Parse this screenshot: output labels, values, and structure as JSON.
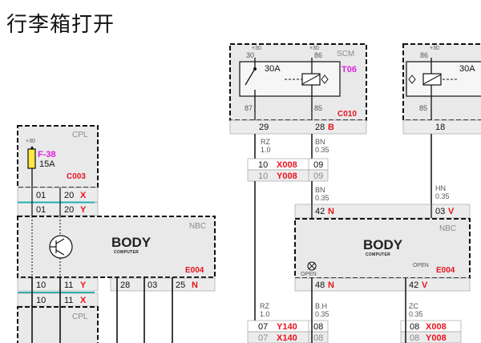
{
  "title": "行李箱打开",
  "scm": {
    "name": "SCM",
    "plus30a": "+30",
    "pin30": "30",
    "fuse": "30A",
    "plus30b": "+30",
    "pin86": "86",
    "relay_code": "T06",
    "pin87": "87",
    "pin85": "85",
    "connector": "C010",
    "pins": [
      {
        "n": "29",
        "c": ""
      },
      {
        "n": "28",
        "c": "B"
      }
    ]
  },
  "relay2": {
    "plus30": "+30",
    "pin86": "86",
    "fuse": "30A",
    "pin85": "85",
    "pin_out": "18"
  },
  "wires": {
    "rz1": "RZ",
    "rz1_size": "1.0",
    "bn1": "BN",
    "bn1_size": "0.35",
    "bn2": "BN",
    "bn2_size": "0.35",
    "hn": "HN",
    "hn_size": "0.35",
    "rz2": "RZ",
    "rz2_size": "1.0",
    "bh": "B.H",
    "bh_size": "0.35",
    "zc": "ZC",
    "zc_size": "0.35"
  },
  "x008": {
    "r1_left": "10",
    "r1_code": "X008",
    "r1_right": "09",
    "r2_left": "10",
    "r2_code": "Y008",
    "r2_right": "09"
  },
  "cpl_top": {
    "name": "CPL",
    "plus30": "+30",
    "fuse_code": "F-38",
    "fuse": "15A",
    "connector": "C003"
  },
  "cpl_pins": {
    "a_left": "01",
    "a_right": "20",
    "a_code": "X",
    "b_left": "01",
    "b_right": "20",
    "b_code": "Y"
  },
  "nbc_left": {
    "name": "NBC",
    "body": "BODY",
    "computer": "COMPUTER",
    "connector": "E004",
    "pins": [
      {
        "n": "10",
        "c": ""
      },
      {
        "n": "11",
        "c": "Y"
      },
      {
        "n": "28",
        "c": ""
      },
      {
        "n": "03",
        "c": ""
      },
      {
        "n": "25",
        "c": "N"
      }
    ],
    "sub_left": "10",
    "sub_right": "11",
    "sub_code": "X",
    "cpl_bottom": "CPL"
  },
  "nbc_right": {
    "name": "NBC",
    "body": "BODY",
    "computer": "COMPUTER",
    "connector": "E004",
    "open_left": "OPEN",
    "open_right": "OPEN",
    "pin42": "42",
    "pin42_code": "N",
    "pin03": "03",
    "pin03_code": "V",
    "pin48": "48",
    "pin48_code": "N",
    "pin42b": "42",
    "pin42b_code": "V"
  },
  "bottom": {
    "b1_left": "07",
    "b1_code": "Y140",
    "b1_right": "08",
    "b2_left": "07",
    "b2_code": "X140",
    "b2_right": "08",
    "c1_left": "08",
    "c1_code": "X008",
    "c2_left": "08",
    "c2_code": "Y008"
  }
}
